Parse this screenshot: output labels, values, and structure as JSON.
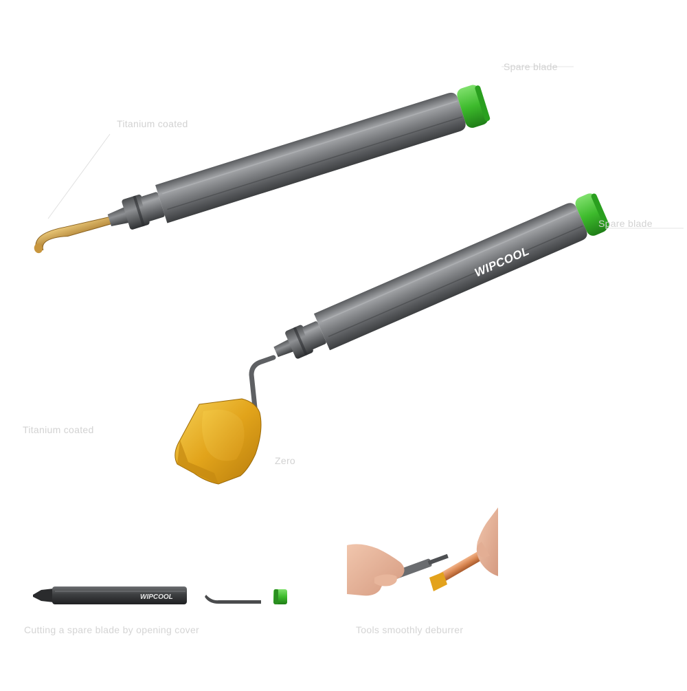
{
  "brand": {
    "logo_text": "WIPCOOL",
    "handle_color": "#7b7d80",
    "cap_color": "#3dba2c",
    "blade_color": "#d2a23a",
    "cone_color": "#e6a81e"
  },
  "callouts": {
    "top_cap": "Spare blade",
    "top_blade": "Titanium coated",
    "middle_cap": "Spare blade",
    "middle_blade": "Titanium coated",
    "cone": "Zero"
  },
  "captions": {
    "kit": "Cutting a spare blade by opening cover",
    "demo": "Tools smoothly deburrer"
  }
}
